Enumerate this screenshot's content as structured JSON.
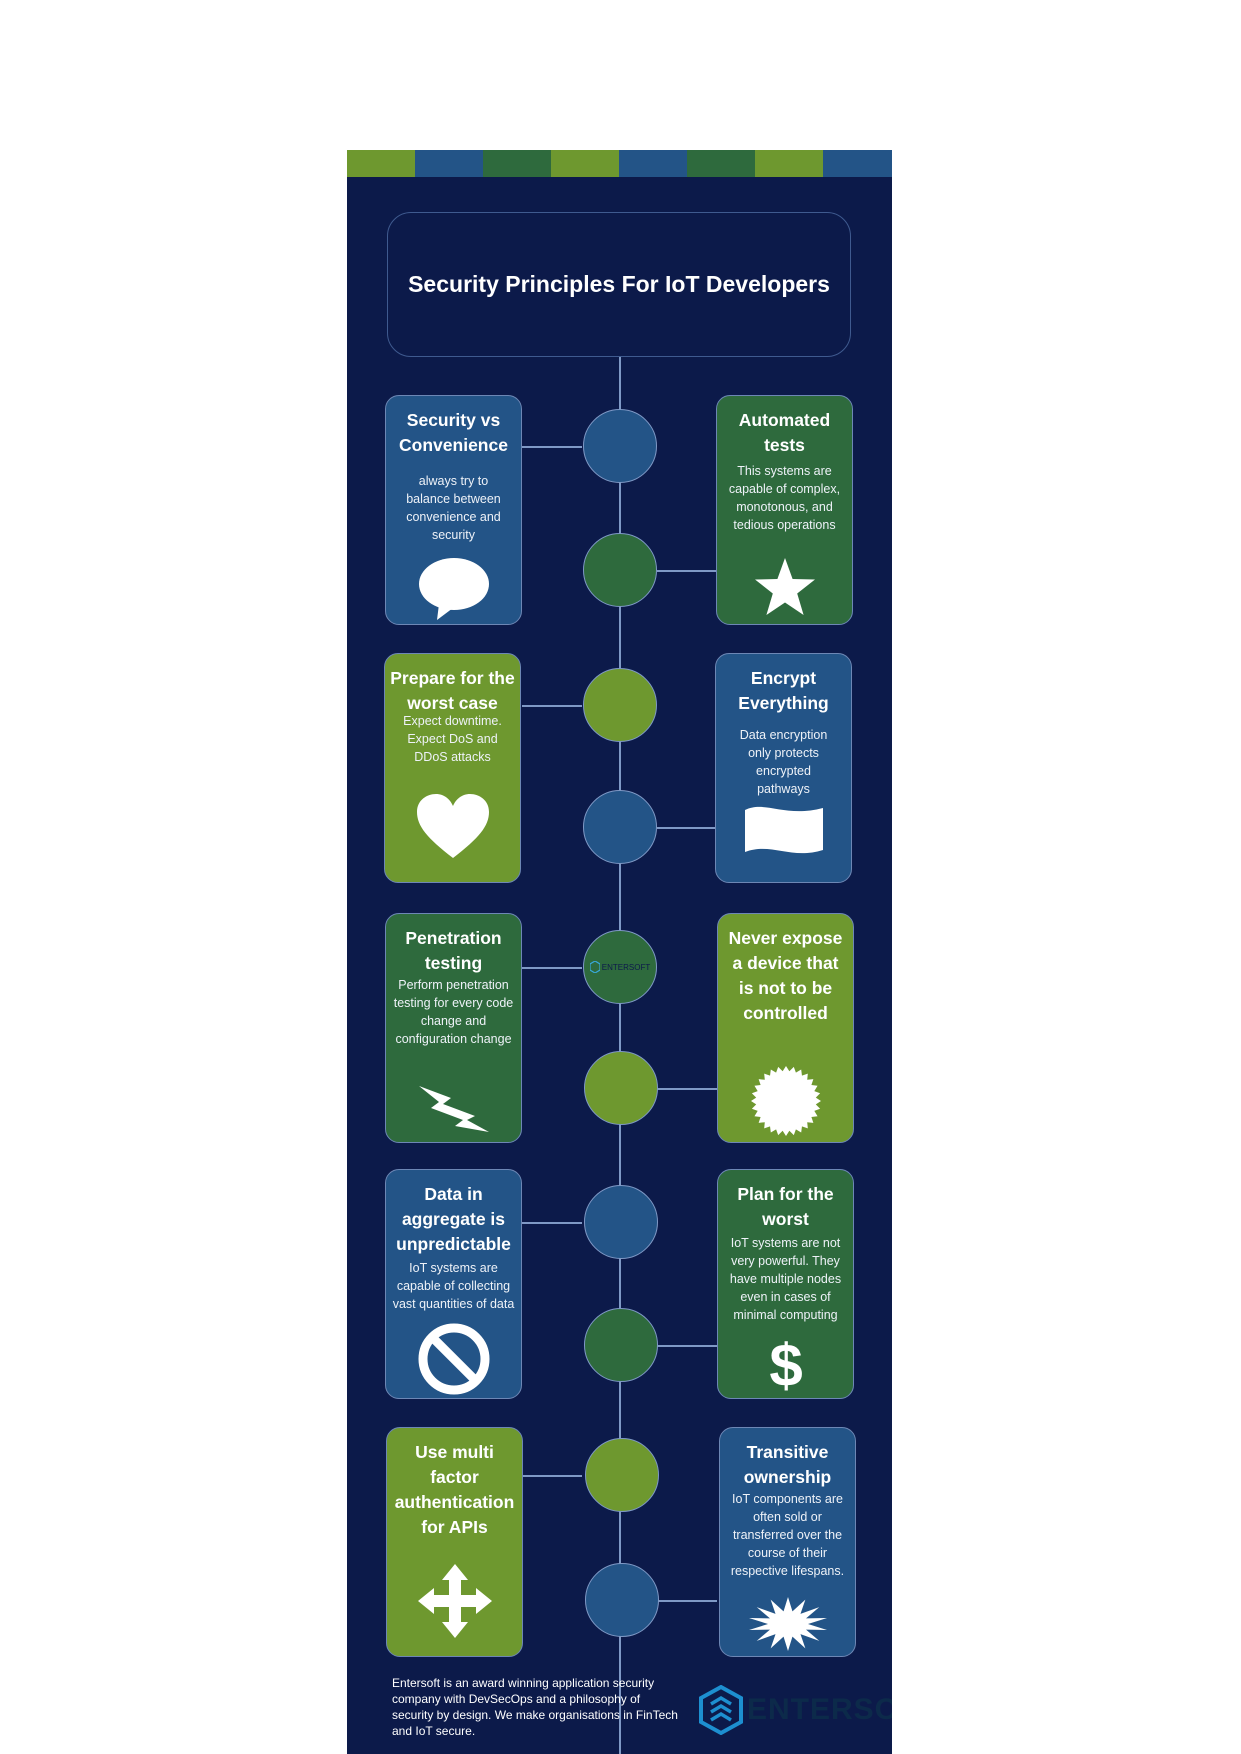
{
  "title": "Security Principles For IoT Developers",
  "colors": {
    "background": "#0c1a4a",
    "blue": "#235487",
    "dark_green": "#2e6a3d",
    "light_green": "#6e982f"
  },
  "cards": [
    {
      "title": "Security vs Convenience",
      "text": "always try to balance between convenience and security",
      "icon": "speech-bubble-icon"
    },
    {
      "title": "Automated tests",
      "text": "This systems are capable of complex, monotonous, and tedious operations",
      "icon": "star-icon"
    },
    {
      "title": "Prepare for the worst case",
      "text": "Expect downtime. Expect DoS and DDoS attacks",
      "icon": "heart-icon"
    },
    {
      "title": "Encrypt Everything",
      "text": "Data encryption only protects encrypted pathways",
      "icon": "flag-icon"
    },
    {
      "title": "Penetration testing",
      "text": "Perform penetration testing for every code change and configuration change",
      "icon": "lightning-icon"
    },
    {
      "title": "Never expose a device that is not to be controlled",
      "text": "",
      "icon": "seal-icon"
    },
    {
      "title": "Data in aggregate is unpredictable",
      "text": "IoT systems are capable of collecting vast quantities of data",
      "icon": "no-entry-icon"
    },
    {
      "title": "Plan for the worst",
      "text": "IoT systems are not very powerful. They have multiple nodes even in cases of minimal computing",
      "icon": "dollar-icon"
    },
    {
      "title": "Use multi factor authentication for APIs",
      "text": "",
      "icon": "move-arrows-icon"
    },
    {
      "title": "Transitive ownership",
      "text": "IoT components are often sold or transferred over the course of their respective lifespans.",
      "icon": "burst-icon"
    }
  ],
  "center_logo_text": "ENTERSOFT",
  "footer": {
    "text": "Entersoft is an award winning application security company with DevSecOps and a philosophy of security by design. We make organisations in FinTech and IoT secure.",
    "logo_text": "ENTERSOFT"
  }
}
